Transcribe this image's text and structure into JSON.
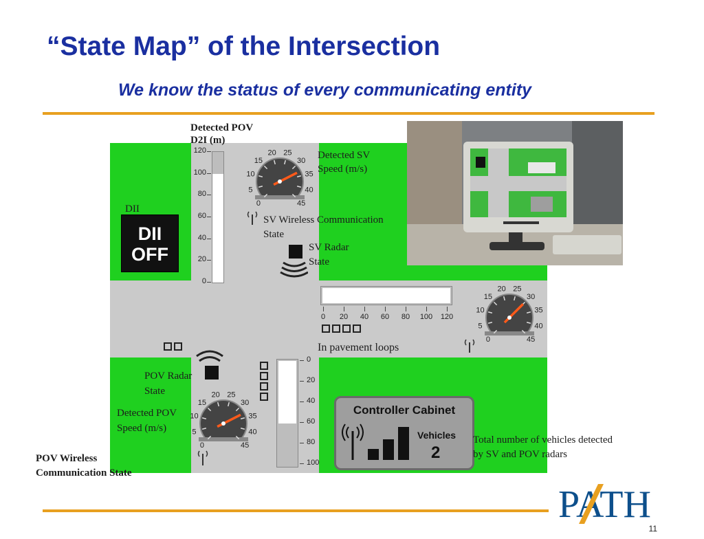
{
  "slide": {
    "title": "“State Map” of the Intersection",
    "subtitle": "We know the status of every communicating entity",
    "page_number": "11",
    "accent_color": "#e8a020",
    "title_color": "#1a2fa0"
  },
  "labels": {
    "detected_pov_d2i_line1": "Detected POV",
    "detected_pov_d2i_line2": "D2I (m)",
    "detected_sv_speed_line1": "Detected SV",
    "detected_sv_speed_line2": "Speed (m/s)",
    "dii": "DII",
    "sv_wireless_line1": "SV Wireless Communication",
    "sv_wireless_line2": "State",
    "sv_radar_line1": "SV Radar",
    "sv_radar_line2": "State",
    "in_pavement_loops": "In pavement loops",
    "pov_radar_line1": "POV Radar",
    "pov_radar_line2": "State",
    "detected_pov_speed_line1": "Detected POV",
    "detected_pov_speed_line2": "Speed (m/s)",
    "pov_wireless_line1": "POV Wireless",
    "pov_wireless_line2": "Communication State",
    "total_vehicles_line1": "Total number of vehicles detected",
    "total_vehicles_line2": "by SV and POV radars"
  },
  "dii_display": {
    "line1": "DII",
    "line2": "OFF"
  },
  "d2i_bar": {
    "ticks": [
      "120",
      "100",
      "80",
      "60",
      "40",
      "20",
      "0"
    ],
    "max": 120,
    "value": 100
  },
  "horizontal_bar": {
    "ticks": [
      "0",
      "20",
      "40",
      "60",
      "80",
      "100",
      "120"
    ],
    "max": 120,
    "value": 120
  },
  "lower_bar": {
    "ticks": [
      "0",
      "20",
      "40",
      "60",
      "80",
      "100"
    ],
    "max": 100,
    "value": 60
  },
  "gauge_ticks": [
    "0",
    "5",
    "10",
    "15",
    "20",
    "25",
    "30",
    "35",
    "40",
    "45"
  ],
  "sv_speed_gauge": {
    "value": 33
  },
  "right_speed_gauge": {
    "value": 30
  },
  "pov_speed_gauge": {
    "value": 33
  },
  "controller_cabinet": {
    "title": "Controller Cabinet",
    "vehicles_label": "Vehicles",
    "vehicles_count": "2"
  },
  "logo": {
    "text": "PATH"
  }
}
